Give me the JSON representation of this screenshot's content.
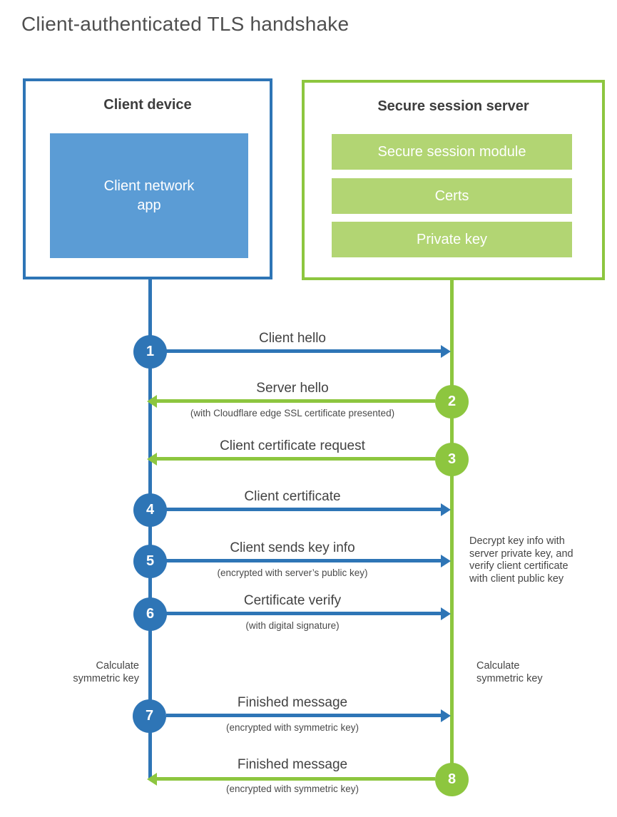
{
  "title": "Client-authenticated TLS handshake",
  "client": {
    "title": "Client device",
    "app_label": "Client network app"
  },
  "server": {
    "title": "Secure session server",
    "modules": [
      "Secure session module",
      "Certs",
      "Private key"
    ]
  },
  "steps": [
    {
      "number": "1",
      "label": "Client hello",
      "note": ""
    },
    {
      "number": "2",
      "label": "Server hello",
      "note": "(with Cloudflare edge SSL certificate presented)"
    },
    {
      "number": "3",
      "label": "Client certificate request",
      "note": ""
    },
    {
      "number": "4",
      "label": "Client certificate",
      "note": ""
    },
    {
      "number": "5",
      "label": "Client sends key info",
      "note": "(encrypted with server’s public key)"
    },
    {
      "number": "6",
      "label": "Certificate verify",
      "note": "(with digital signature)"
    },
    {
      "number": "7",
      "label": "Finished message",
      "note": "(encrypted with symmetric key)"
    },
    {
      "number": "8",
      "label": "Finished message",
      "note": "(encrypted with symmetric key)"
    }
  ],
  "annotations": {
    "decrypt_note_lines": [
      "Decrypt key info with",
      "server private key, and",
      "verify client certificate",
      "with client public key"
    ],
    "client_calc_lines": [
      "Calculate",
      "symmetric key"
    ],
    "server_calc_lines": [
      "Calculate",
      "symmetric key"
    ]
  },
  "colors": {
    "blue": "#2e75b6",
    "light_blue": "#5b9cd5",
    "green": "#8dc63f",
    "light_green": "#b2d573"
  }
}
